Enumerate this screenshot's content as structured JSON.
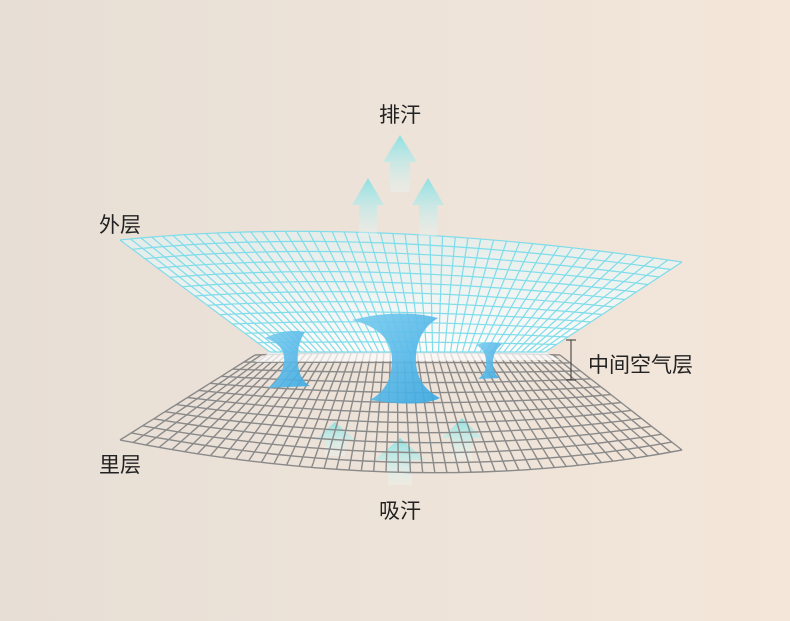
{
  "labels": {
    "sweat_out": "排汗",
    "outer_layer": "外层",
    "middle_air_layer": "中间空气层",
    "inner_layer": "里层",
    "sweat_in": "吸汗"
  },
  "colors": {
    "outer_mesh": "#7fdcea",
    "inner_mesh": "#8a8a8a",
    "water": "#4fb6e6",
    "arrow": "#9fe6e6"
  }
}
